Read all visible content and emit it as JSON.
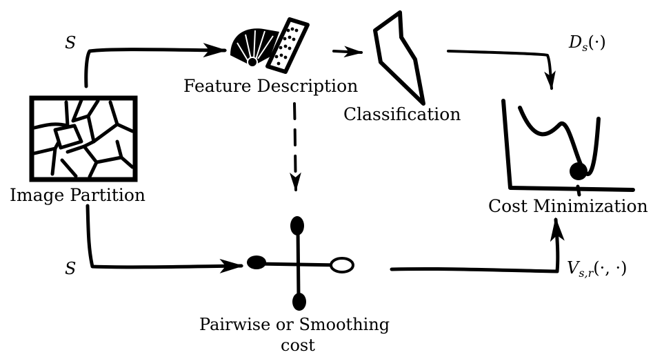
{
  "labels": {
    "image_partition": "Image Partition",
    "feature_description": "Feature Description",
    "classification": "Classification",
    "cost_minimization": "Cost Minimization",
    "pairwise_line1": "Pairwise or Smoothing",
    "pairwise_line2": "cost"
  },
  "edge_labels": {
    "s_top": "S",
    "s_bottom": "S",
    "unary_main": "D",
    "unary_sub": "s",
    "unary_args": "(·)",
    "pairwise_main": "V",
    "pairwise_sub": "s,r",
    "pairwise_args": "(·, ·)"
  },
  "icons": {
    "partition": "cracked-partition-icon",
    "feature": "feature-descriptor-icon",
    "classifier": "classifier-icon",
    "cost": "cost-curve-icon",
    "pairwise": "pairwise-cross-icon"
  }
}
